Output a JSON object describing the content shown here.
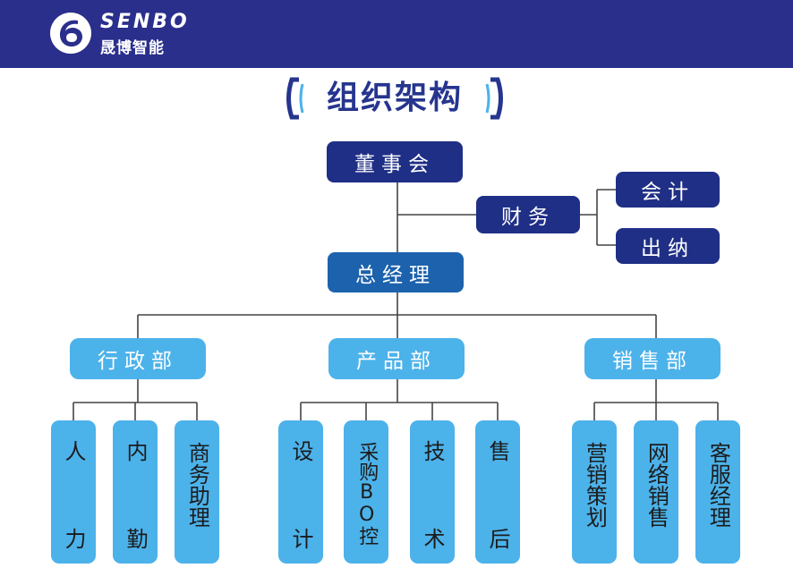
{
  "header": {
    "brand_en": "SENBO",
    "brand_cn": "晟博智能",
    "bg_color": "#2a2f8c"
  },
  "title": "组织架构",
  "colors": {
    "navy": "#1f2f86",
    "mid_blue": "#1c62ad",
    "light_blue": "#4cb2ea",
    "title_text": "#26358e",
    "line": "#444444"
  },
  "nodes": {
    "board": "董事会",
    "finance": "财务",
    "accounting": "会计",
    "cashier": "出纳",
    "gm": "总经理",
    "admin_dept": "行政部",
    "product_dept": "产品部",
    "sales_dept": "销售部"
  },
  "leaves": {
    "admin": [
      {
        "top": "人",
        "bottom": "力"
      },
      {
        "top": "内",
        "bottom": "勤"
      },
      {
        "text": "商务助理"
      }
    ],
    "product": [
      {
        "top": "设",
        "bottom": "计"
      },
      {
        "text": "采购BO控"
      },
      {
        "top": "技",
        "bottom": "术"
      },
      {
        "top": "售",
        "bottom": "后"
      }
    ],
    "sales": [
      {
        "text": "营销策划"
      },
      {
        "text": "网络销售"
      },
      {
        "text": "客服经理"
      }
    ]
  }
}
